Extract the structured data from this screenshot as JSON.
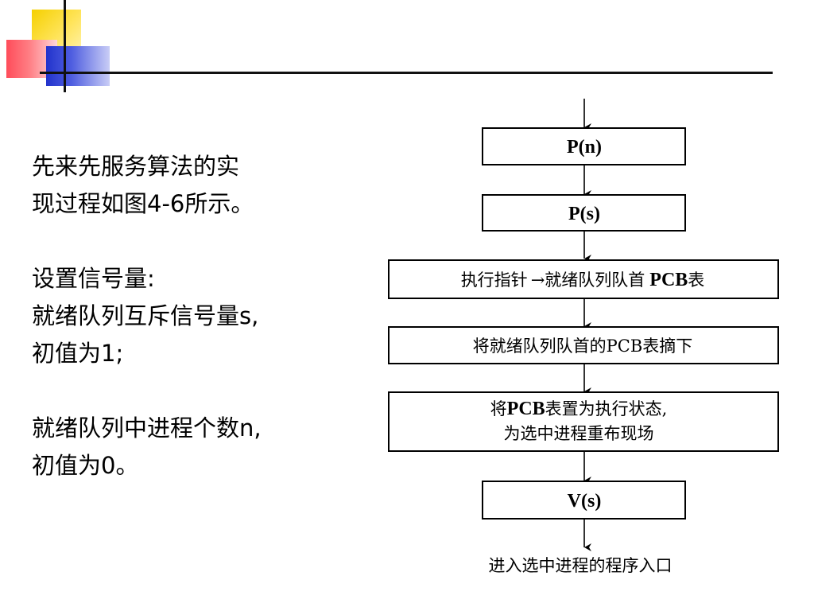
{
  "left_text": {
    "intro_line1": "先来先服务算法的实",
    "intro_line2": "现过程如图4-6所示。",
    "semaphore_heading": "设置信号量:",
    "mutex_line1": "就绪队列互斥信号量s,",
    "mutex_line2": "初值为1;",
    "count_line1": "就绪队列中进程个数n,",
    "count_line2": "初值为0。"
  },
  "flowchart": {
    "box1": "P(n)",
    "box2": "P(s)",
    "box3_prefix": "执行指针",
    "box3_arrow": "→",
    "box3_suffix": "就绪队列队首",
    "box3_pcb": "PCB",
    "box3_end": "表",
    "box4": "将就绪队列队首的PCB表摘下",
    "box5_line1_prefix": "将",
    "box5_line1_pcb": "PCB",
    "box5_line1_suffix": "表置为执行状态,",
    "box5_line2": "为选中进程重布现场",
    "box6": "V(s)",
    "end_label": "进入选中进程的程序入口"
  }
}
